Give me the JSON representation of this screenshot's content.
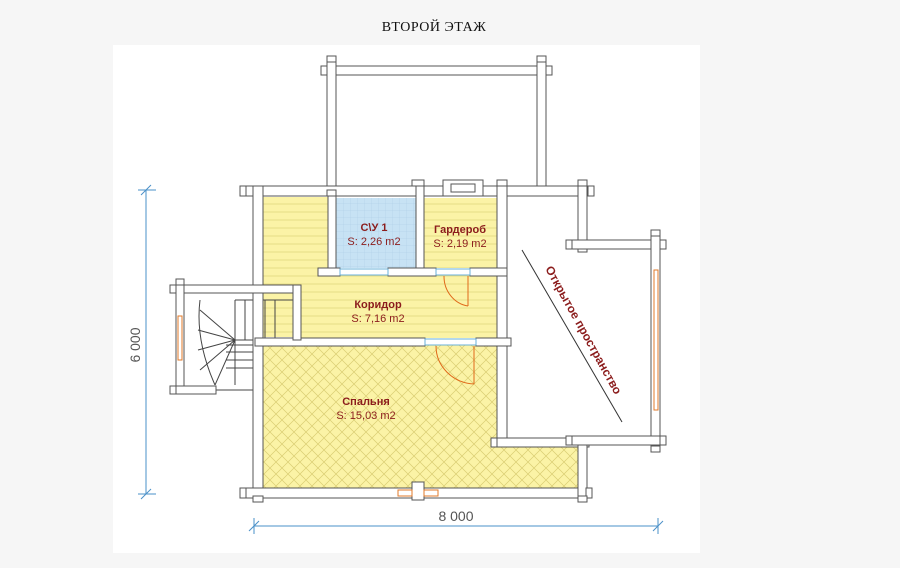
{
  "title": "ВТОРОЙ ЭТАЖ",
  "rooms": {
    "wc": {
      "name": "С\\У 1",
      "area": "S: 2,26 m2"
    },
    "wardrobe": {
      "name": "Гардероб",
      "area": "S: 2,19 m2"
    },
    "corridor": {
      "name": "Коридор",
      "area": "S: 7,16 m2"
    },
    "bedroom": {
      "name": "Спальня",
      "area": "S: 15,03 m2"
    },
    "open_space": {
      "name": "Открытое пространство"
    }
  },
  "dimensions": {
    "width": "8 000",
    "height": "6 000"
  },
  "colors": {
    "room_fill": "#fbf3a6",
    "room_line": "#d4c76a",
    "wc_fill": "#c7e2f4",
    "wall": "#ffffff",
    "wall_stroke": "#555555",
    "label": "#8b1c1c",
    "dimension_line": "#4a90c8",
    "door": "#e06a1a"
  }
}
